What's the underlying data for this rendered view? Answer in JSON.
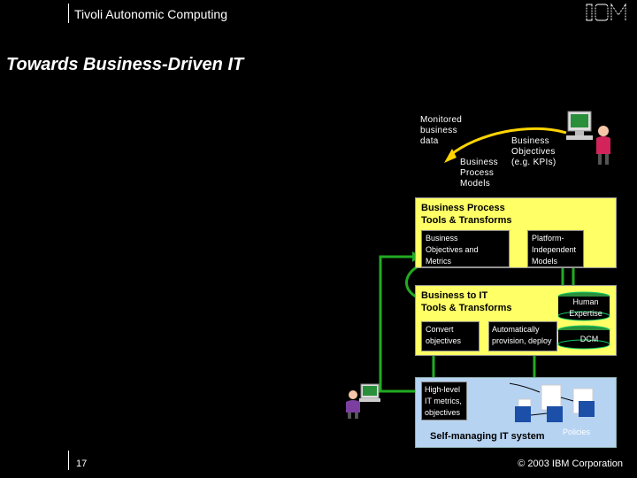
{
  "header": {
    "product": "Tivoli Autonomic Computing",
    "logo_text": "IBM"
  },
  "slide": {
    "title": "Towards Business-Driven IT"
  },
  "diagram": {
    "monitored_data": "Monitored\nbusiness\ndata",
    "business_objectives": "Business\nObjectives\n(e.g. KPIs)",
    "business_process_models": "Business\nProcess\nModels",
    "panel1": {
      "title": "Business Process\nTools & Transforms",
      "box_left": "Business\nObjectives and\nMetrics",
      "box_right": "Platform-\nIndependent\nModels"
    },
    "panel2": {
      "title": "Business to IT\nTools & Transforms",
      "box_left": "Convert\nobjectives",
      "box_mid": "Automatically\nprovision, deploy",
      "cyl_human": "Human\nExpertise",
      "cyl_dcm": "DCM"
    },
    "panel3": {
      "box_metrics": "High-level\nIT metrics,\nobjectives",
      "label": "Self-managing  IT system",
      "policies": "Policies"
    }
  },
  "footer": {
    "page": "17",
    "copyright": "© 2003 IBM Corporation"
  },
  "colors": {
    "panel_yellow": "#ffff66",
    "panel_blue": "#b7d3f2",
    "arrow_yellow": "#ffd400",
    "arrow_green": "#22aa22"
  }
}
